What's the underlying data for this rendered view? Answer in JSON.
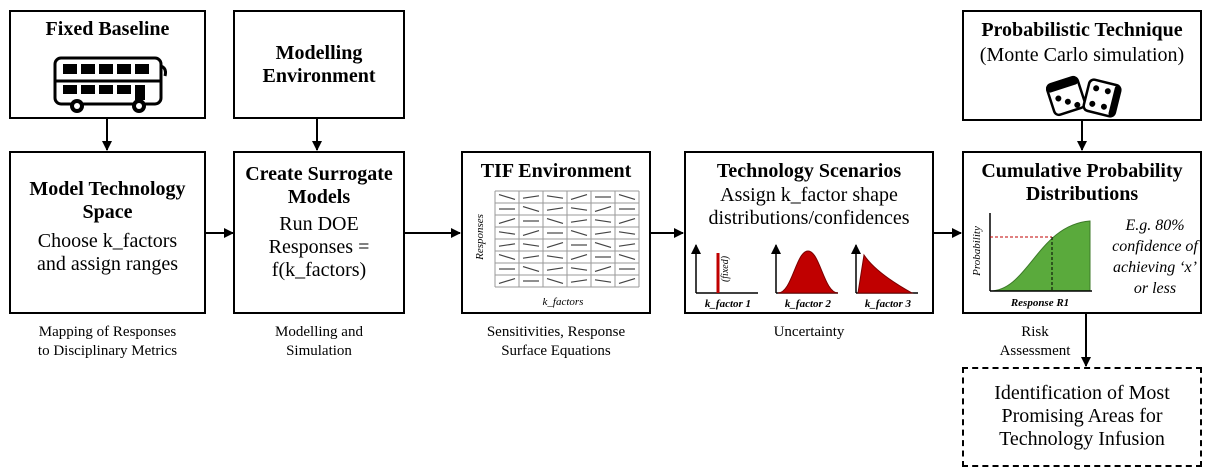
{
  "top": {
    "fixed_baseline": {
      "title": "Fixed Baseline",
      "icon": "double-decker-bus-icon"
    },
    "modelling_environment": {
      "title_l1": "Modelling",
      "title_l2": "Environment"
    },
    "probabilistic": {
      "title": "Probabilistic Technique",
      "subtitle": "(Monte Carlo simulation)",
      "icon": "dice-icon"
    }
  },
  "steps": {
    "model_tech": {
      "title_l1": "Model Technology",
      "title_l2": "Space",
      "body_l1": "Choose k_factors",
      "body_l2": "and assign ranges",
      "caption_l1": "Mapping of Responses",
      "caption_l2": "to Disciplinary Metrics"
    },
    "surrogate": {
      "title_l1": "Create Surrogate",
      "title_l2": "Models",
      "body_l1": "Run DOE",
      "body_l2": "Responses =",
      "body_l3": "f(k_factors)",
      "caption_l1": "Modelling and",
      "caption_l2": "Simulation"
    },
    "tif": {
      "title": "TIF Environment",
      "y_label": "Responses",
      "x_label": "k_factors",
      "caption_l1": "Sensitivities, Response",
      "caption_l2": "Surface Equations"
    },
    "tech_scenarios": {
      "title": "Technology Scenarios",
      "body_l1": "Assign k_factor shape",
      "body_l2": "distributions/confidences",
      "dist1_label": "k_factor 1",
      "dist1_note": "(fixed)",
      "dist2_label": "k_factor 2",
      "dist3_label": "k_factor 3",
      "caption": "Uncertainty"
    },
    "cumulative": {
      "title_l1": "Cumulative Probability",
      "title_l2": "Distributions",
      "y_label": "Probability",
      "x_label": "Response R1",
      "note_l1": "E.g. 80%",
      "note_l2": "confidence of",
      "note_l3": "achieving ‘x’",
      "note_l4": "or less",
      "caption_l1": "Risk",
      "caption_l2": "Assessment"
    }
  },
  "output": {
    "line1": "Identification of Most",
    "line2": "Promising Areas for",
    "line3": "Technology Infusion"
  },
  "colors": {
    "red_fill": "#c00000",
    "green_fill": "#5aaa3c",
    "grid": "#9a9a9a"
  }
}
